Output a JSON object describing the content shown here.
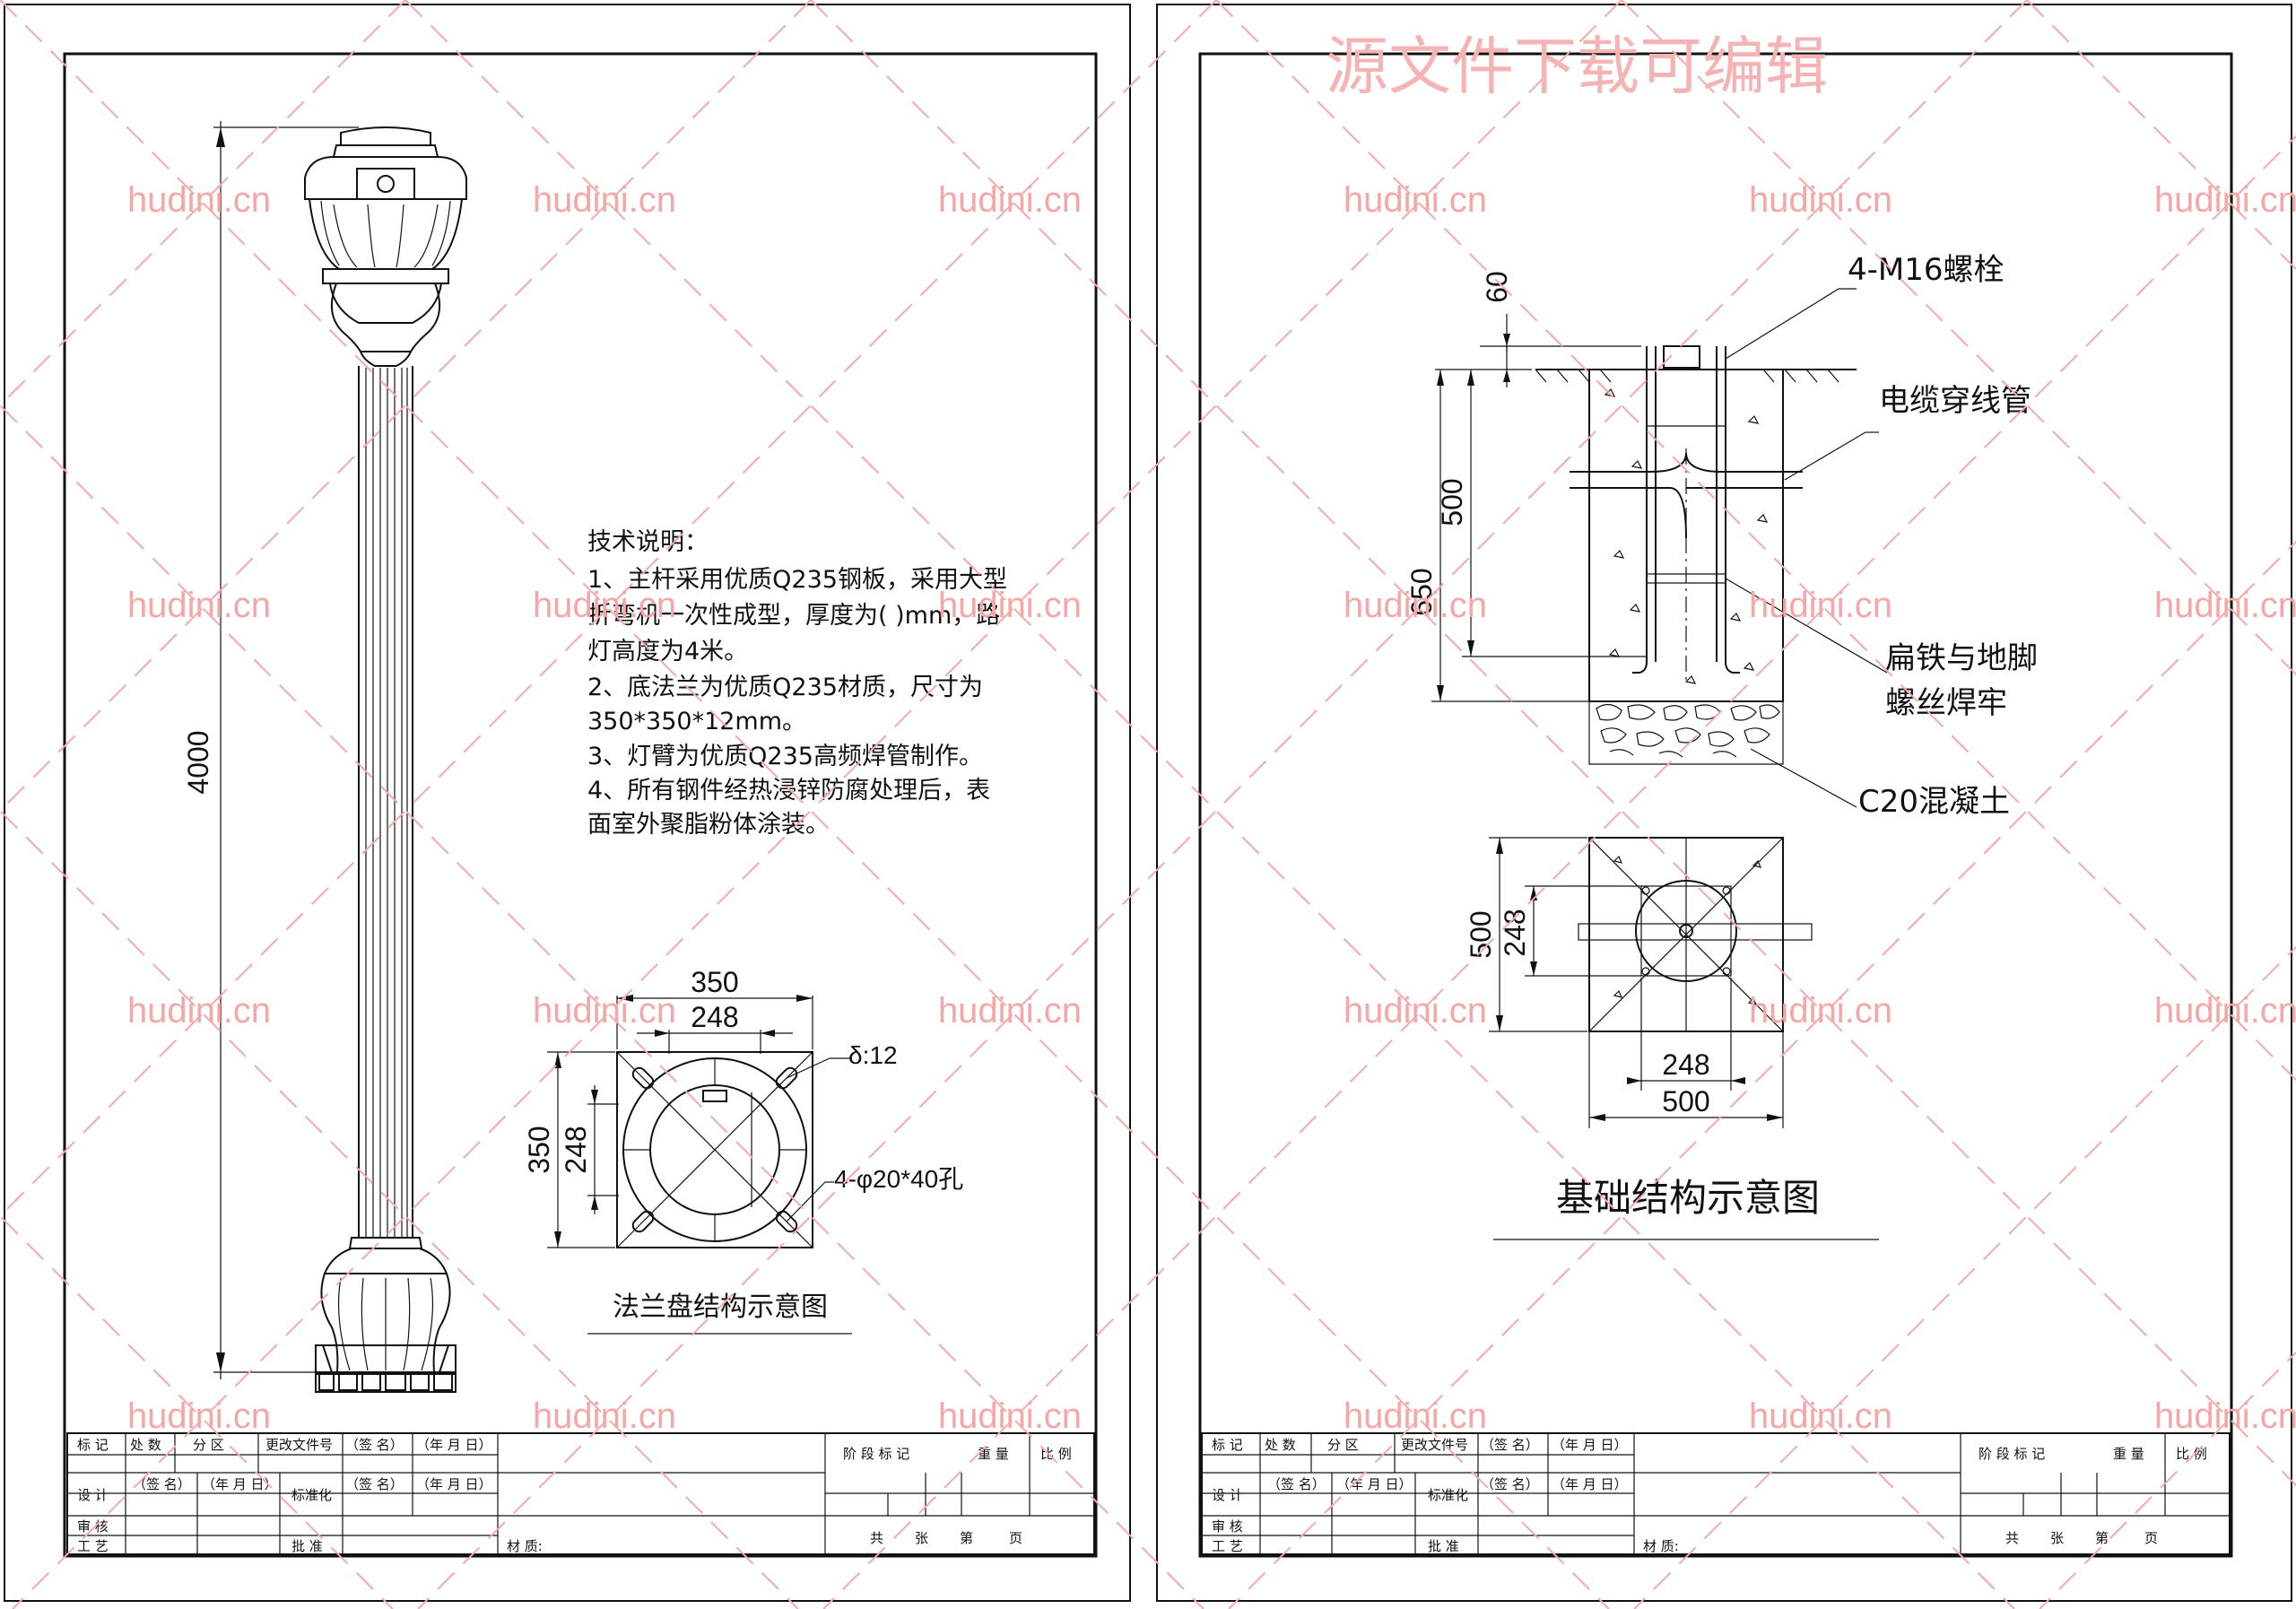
{
  "watermark": {
    "site": "hudini.cn",
    "banner": "源文件下载可编辑"
  },
  "left_sheet": {
    "pole_height": "4000",
    "tech_notes": {
      "title": "技术说明：",
      "lines": [
        "1、主杆采用优质Q235钢板，采用大型",
        "折弯机一次性成型，厚度为(   )mm，路",
        "灯高度为4米。",
        "2、底法兰为优质Q235材质，尺寸为",
        "350*350*12mm。",
        "3、灯臂为优质Q235高频焊管制作。",
        "4、所有钢件经热浸锌防腐处理后，表",
        "面室外聚脂粉体涂装。"
      ]
    },
    "flange": {
      "outer_w": "350",
      "inner_w": "248",
      "outer_h": "350",
      "inner_h": "248",
      "thickness": "δ:12",
      "holes": "4-φ20*40孔",
      "caption": "法兰盘结构示意图"
    }
  },
  "right_sheet": {
    "foundation": {
      "bolt": "4-M16螺栓",
      "conduit": "电缆穿线管",
      "flat_iron": [
        "扁铁与地脚",
        "螺丝焊牢"
      ],
      "concrete": "C20混凝土",
      "dim_top": "60",
      "dim_500": "500",
      "dim_650": "650",
      "plan_side": "500",
      "plan_inner": "248",
      "plan_bottom_inner": "248",
      "plan_bottom": "500",
      "caption": "基础结构示意图"
    }
  },
  "title_block": {
    "mark": "标 记",
    "count": "处 数",
    "zone": "分 区",
    "doc_no": "更改文件号",
    "sign": "（签 名）",
    "date": "（年 月 日）",
    "design": "设 计",
    "standard": "标准化",
    "review": "审 核",
    "process": "工 艺",
    "approve": "批 准",
    "material": "材 质:",
    "stage": "阶 段 标 记",
    "weight": "重 量",
    "scale": "比 例",
    "total": "共",
    "sheet": "张",
    "page_no": "第",
    "page": "页"
  }
}
